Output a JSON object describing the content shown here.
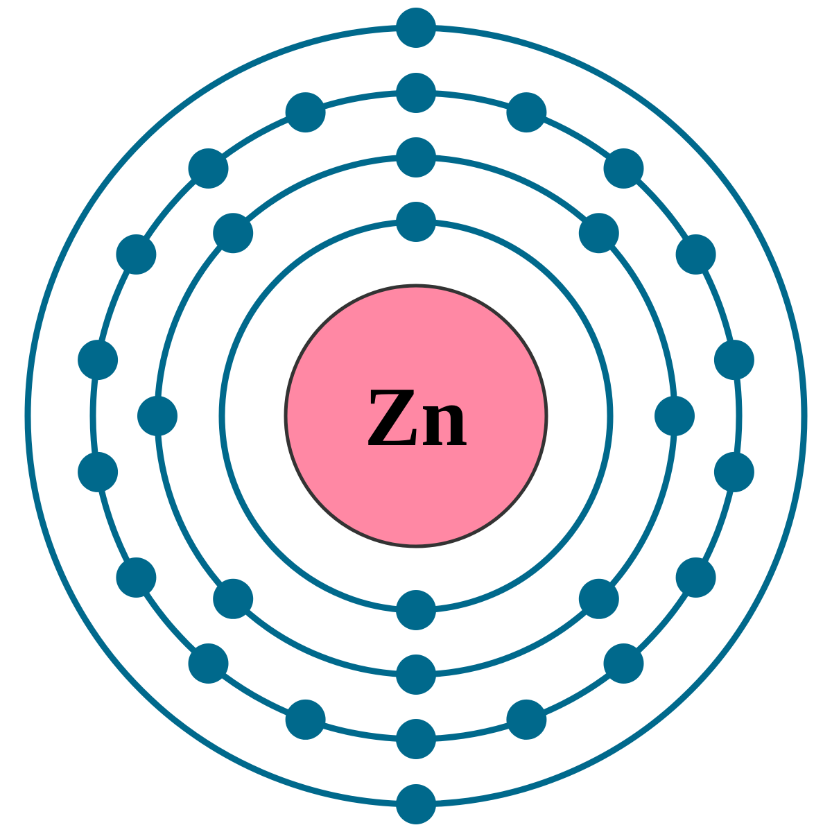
{
  "element": {
    "symbol": "Zn"
  },
  "shells": [
    {
      "electrons": 2
    },
    {
      "electrons": 8
    },
    {
      "electrons": 18
    },
    {
      "electrons": 2
    }
  ],
  "colors": {
    "shell": "#00698C",
    "electron": "#00698C",
    "nucleus_fill": "#FF88A4",
    "nucleus_stroke": "#333333",
    "symbol": "#000000",
    "background": "#FFFFFF"
  }
}
